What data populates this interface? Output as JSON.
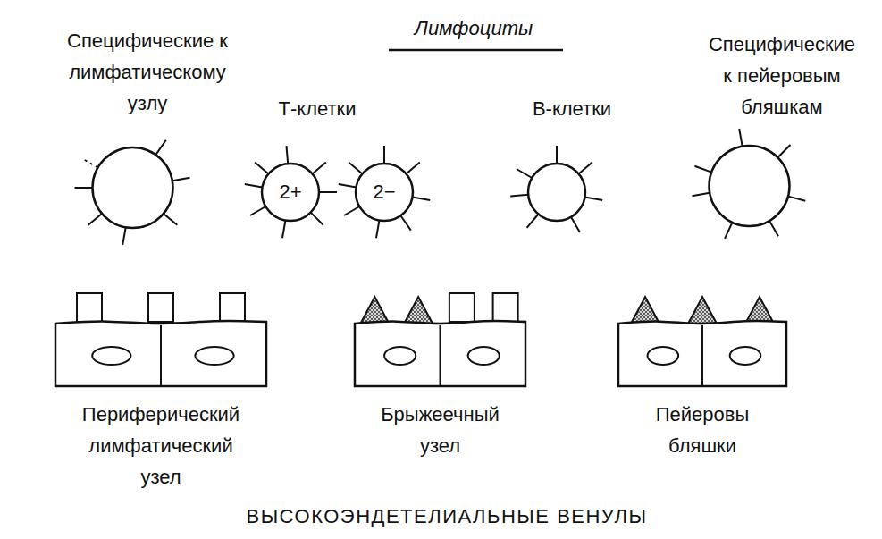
{
  "diagram": {
    "title": "Лимфоциты",
    "caption": "ВЫСОКОЭНДЕТЕЛИАЛЬНЫЕ ВЕНУЛЫ",
    "nodes": [
      {
        "text": [
          "Специфические к лимфатическому узлу"
        ]
      },
      {
        "text": [
          "2+"
        ]
      },
      {
        "text": [
          "2−"
        ]
      },
      {
        "text": [
          "В-клетки"
        ]
      },
      {
        "text": [
          "Специфические к пейеровым бляшкам"
        ]
      },
      {
        "text": [
          "Периферический лимфатический узел"
        ]
      },
      {
        "text": [
          "Брыжеечный узел"
        ]
      },
      {
        "text": [
          "Пейеровы бляшки"
        ]
      }
    ],
    "labels": [
      "Т-клетки"
    ]
  }
}
